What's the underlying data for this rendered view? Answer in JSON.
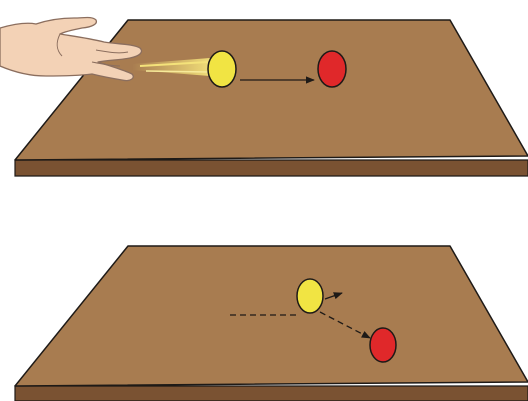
{
  "colors": {
    "table_top": "#a87c50",
    "table_edge": "#7a5232",
    "table_outline": "#1e1a17",
    "yellow_ball": "#f1e443",
    "red_ball": "#e0282a",
    "motion_streak": "#f4e27a",
    "hand_skin": "#f3d2b6",
    "hand_outline": "#8b6e5e",
    "arrow": "#1e1a17"
  },
  "icons": [
    "hand-icon"
  ],
  "scenes": [
    {
      "id": "before-collision",
      "objects": [
        "hand",
        "yellow-ball",
        "red-ball",
        "motion-arrow"
      ]
    },
    {
      "id": "after-collision",
      "objects": [
        "yellow-ball",
        "red-ball",
        "dashed-path"
      ]
    }
  ]
}
